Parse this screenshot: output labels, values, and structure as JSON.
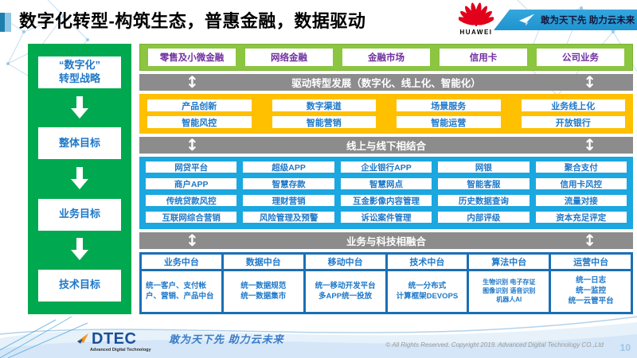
{
  "header": {
    "title": "数字化转型-构筑生态，普惠金融，数据驱动",
    "huawei_label": "HUAWEI",
    "banner_text": "敢为天下先 助力云未来"
  },
  "sidebar": {
    "items": [
      "“数字化”\n转型战略",
      "整体目标",
      "业务目标",
      "技术目标"
    ]
  },
  "main": {
    "business_lines": [
      "零售及小微金融",
      "网络金融",
      "金融市场",
      "信用卡",
      "公司业务"
    ],
    "bar_drive": "驱动转型发展（数字化、线上化、智能化）",
    "capabilities": [
      "产品创新",
      "数字渠道",
      "场景服务",
      "业务线上化",
      "智能风控",
      "智能营销",
      "智能运营",
      "开放银行"
    ],
    "bar_online_offline": "线上与线下相结合",
    "applications": [
      [
        "网贷平台",
        "超级APP",
        "企业银行APP",
        "网银",
        "聚合支付"
      ],
      [
        "商户APP",
        "智慧存款",
        "智慧网点",
        "智能客服",
        "信用卡风控"
      ],
      [
        "传统贷款风控",
        "理财营销",
        "互金影像内容管理",
        "历史数据查询",
        "流量对接"
      ],
      [
        "互联网综合营销",
        "风险管理及预警",
        "诉讼案件管理",
        "内部评级",
        "资本充足评定"
      ]
    ],
    "bar_tech_fusion": "业务与科技相融合",
    "platforms": [
      {
        "title": "业务中台",
        "body": "统一客户、支付帐户、营销、产品中台"
      },
      {
        "title": "数据中台",
        "body": "统一数据规范\n统一数据集市"
      },
      {
        "title": "移动中台",
        "body": "统一移动开发平台\n多APP统一投放"
      },
      {
        "title": "技术中台",
        "body": "统一分布式\n计算框架DEVOPS"
      },
      {
        "title": "算法中台",
        "body": "生物识别 电子存证\n图像识别 语音识别\n机器人AI"
      },
      {
        "title": "运营中台",
        "body": "统一日志\n统一监控\n统一云管平台"
      }
    ]
  },
  "footer": {
    "logo_text": "DTEC",
    "logo_subtext": "Advanced Digital Technology",
    "tagline": "敢为天下先   助力云未来",
    "copyright": "© All Rights Reserved. Copyright 2019. Advanced Digital Technology CO.,Ltd",
    "page_number": "10"
  },
  "icons": {
    "updown_arrow": "↕"
  },
  "colors": {
    "sidebar_green": "#00A94F",
    "row_green": "#8CC540",
    "yellow": "#FFC000",
    "blue": "#1BA7E0",
    "dark_blue": "#1B6FB5",
    "gray_bar": "#8C8C8C",
    "box_text_blue": "#1E78C8",
    "business_text_purple": "#7030A0",
    "huawei_red": "#E2001A"
  }
}
